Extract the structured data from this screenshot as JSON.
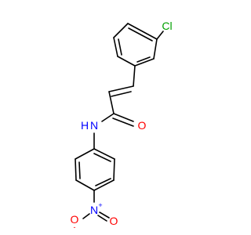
{
  "atoms": {
    "cl": {
      "text": "Cl",
      "color": "#00a000"
    },
    "nh": {
      "text": "N",
      "h": "H",
      "color": "#0000ff"
    },
    "o_amide": {
      "text": "O",
      "color": "#ff0000"
    },
    "n_nitro": {
      "text": "N",
      "charge": "+",
      "color": "#0000ff"
    },
    "o_nitro_left": {
      "text": "O",
      "charge": "-",
      "color": "#ff0000"
    },
    "o_nitro_right": {
      "text": "O",
      "color": "#ff0000"
    }
  },
  "bond_color": "#000000"
}
